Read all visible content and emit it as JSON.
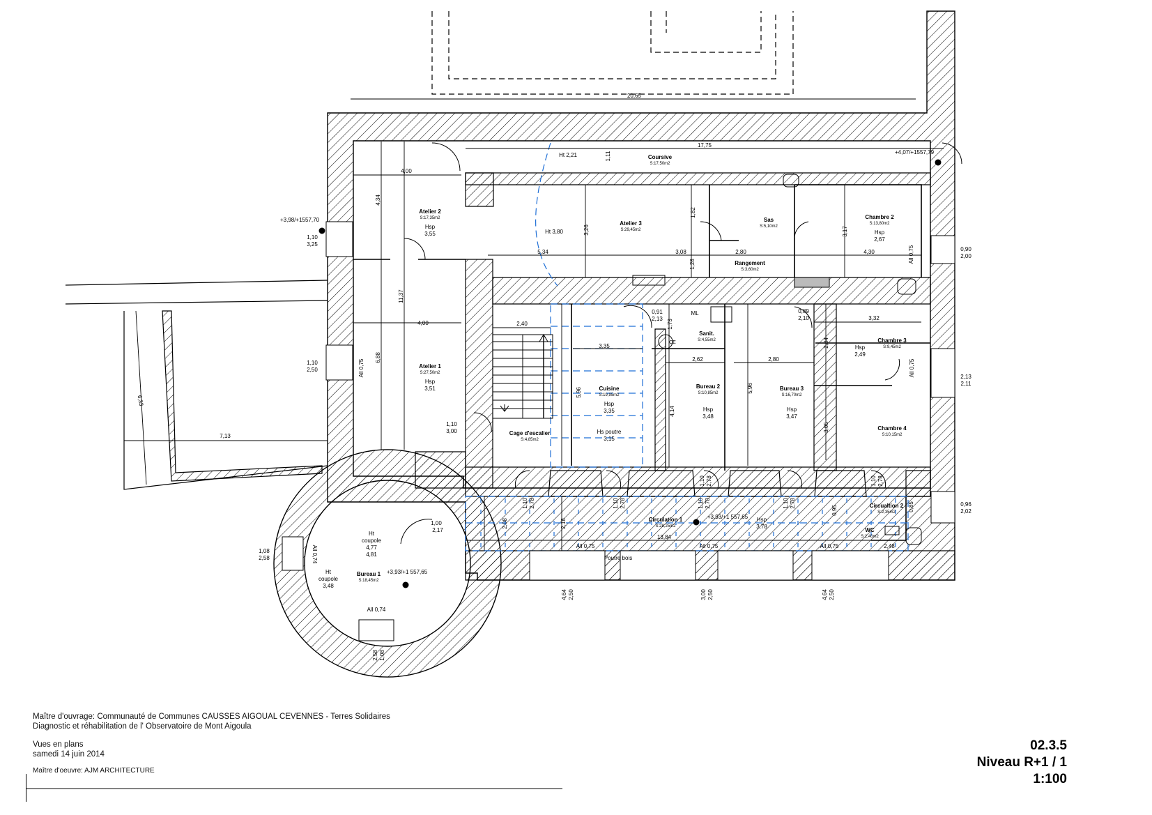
{
  "rooms": [
    {
      "id": "coursive",
      "name": "Coursive",
      "area": "S:17,50m2",
      "height_label": "",
      "height": ""
    },
    {
      "id": "atelier2",
      "name": "Atelier 2",
      "area": "S:17,35m2",
      "height_label": "Hsp",
      "height": "3,55"
    },
    {
      "id": "atelier3",
      "name": "Atelier 3",
      "area": "S:29,45m2",
      "height_label": "",
      "height": ""
    },
    {
      "id": "sas",
      "name": "Sas",
      "area": "S:5,10m2",
      "height_label": "",
      "height": ""
    },
    {
      "id": "chambre2",
      "name": "Chambre 2",
      "area": "S:13,80m2",
      "height_label": "Hsp",
      "height": "2,67"
    },
    {
      "id": "rangement",
      "name": "Rangement",
      "area": "S:3,60m2",
      "height_label": "",
      "height": ""
    },
    {
      "id": "atelier1",
      "name": "Atelier 1",
      "area": "S:27,50m2",
      "height_label": "Hsp",
      "height": "3,51"
    },
    {
      "id": "sanit",
      "name": "Sanit.",
      "area": "S:4,55m2",
      "height_label": "",
      "height": ""
    },
    {
      "id": "chambre3",
      "name": "Chambre 3",
      "area": "S:9,45m2",
      "height_label": "Hsp",
      "height": "2,49"
    },
    {
      "id": "cuisine",
      "name": "Cuisine",
      "area": "S:19,95m2",
      "height_label": "Hsp",
      "height": "3,35"
    },
    {
      "id": "bureau2",
      "name": "Bureau 2",
      "area": "S:10,85m2",
      "height_label": "Hsp",
      "height": "3,48"
    },
    {
      "id": "bureau3",
      "name": "Bureau 3",
      "area": "S:16,70m2",
      "height_label": "Hsp",
      "height": "3,47"
    },
    {
      "id": "chambre4",
      "name": "Chambre 4",
      "area": "S:10,15m2",
      "height_label": "",
      "height": ""
    },
    {
      "id": "cage",
      "name": "Cage d'escalier",
      "area": "S:4,85m2",
      "height_label": "",
      "height": ""
    },
    {
      "id": "circ1",
      "name": "Circulation 1",
      "area": "S:28,25m2",
      "height_label": "",
      "height": ""
    },
    {
      "id": "circ2",
      "name": "Circualtion 2",
      "area": "S:2,35m2",
      "height_label": "",
      "height": ""
    },
    {
      "id": "wc",
      "name": "WC",
      "area": "S:2,40m2",
      "height_label": "",
      "height": ""
    },
    {
      "id": "bureau1",
      "name": "Bureau 1",
      "area": "S:18,45m2",
      "height_label": "",
      "height": ""
    }
  ],
  "labels": [
    {
      "id": "ht221",
      "text": "Ht 2,21"
    },
    {
      "id": "ht380",
      "text": "Ht 3,80"
    },
    {
      "id": "ml",
      "text": "ML"
    },
    {
      "id": "ce",
      "text": "CE"
    },
    {
      "id": "hspoutre",
      "text": "Hs poutre"
    },
    {
      "id": "hspoutre_v",
      "text": "3,15"
    },
    {
      "id": "circ1_hsp",
      "text": "Hsp"
    },
    {
      "id": "circ1_hsp_v",
      "text": "3,78"
    },
    {
      "id": "poutre_bois",
      "text": "Poutre bois"
    },
    {
      "id": "ht_coupole_a",
      "text": "Ht"
    },
    {
      "id": "coupole_a",
      "text": "coupole"
    },
    {
      "id": "coupole_a_v",
      "text": "4,77"
    },
    {
      "id": "coupole_a_v2",
      "text": "4,81"
    },
    {
      "id": "ht_coupole_b",
      "text": "Ht"
    },
    {
      "id": "coupole_b",
      "text": "coupole"
    },
    {
      "id": "coupole_b_v",
      "text": "3,48"
    },
    {
      "id": "lvl_left",
      "text": "+3,98/+1557,70"
    },
    {
      "id": "lvl_top",
      "text": "+4,07/+1557,79"
    },
    {
      "id": "lvl_circ",
      "text": "+3,93/+1 557,65"
    },
    {
      "id": "lvl_bureau1",
      "text": "+3,93/+1 557,65"
    },
    {
      "id": "all075_a",
      "text": "All 0,75"
    },
    {
      "id": "all075_b",
      "text": "All 0,75"
    },
    {
      "id": "all075_c",
      "text": "All 0,75"
    },
    {
      "id": "all075_d",
      "text": "All 0,75"
    },
    {
      "id": "all075_e",
      "text": "All 0,75"
    },
    {
      "id": "all075_f",
      "text": "All 0,75"
    },
    {
      "id": "all074_a",
      "text": "All 0,74"
    },
    {
      "id": "all074_b",
      "text": "All 0,74"
    }
  ],
  "dimensions": [
    {
      "id": "d2065",
      "text": "20,65"
    },
    {
      "id": "d1775",
      "text": "17,75"
    },
    {
      "id": "d111",
      "text": "1,11"
    },
    {
      "id": "d400a",
      "text": "4,00"
    },
    {
      "id": "d434",
      "text": "4,34"
    },
    {
      "id": "d1137",
      "text": "11,37"
    },
    {
      "id": "d400b",
      "text": "4,00"
    },
    {
      "id": "d688",
      "text": "6,88"
    },
    {
      "id": "d326",
      "text": "3,26"
    },
    {
      "id": "d182",
      "text": "1,82"
    },
    {
      "id": "d317",
      "text": "3,17"
    },
    {
      "id": "d534",
      "text": "5,34"
    },
    {
      "id": "d308",
      "text": "3,08"
    },
    {
      "id": "d280",
      "text": "2,80"
    },
    {
      "id": "d430",
      "text": "4,30"
    },
    {
      "id": "d128",
      "text": "1,28"
    },
    {
      "id": "d240",
      "text": "2,40"
    },
    {
      "id": "d335",
      "text": "3,35"
    },
    {
      "id": "d596a",
      "text": "5,96"
    },
    {
      "id": "d091",
      "text": "0,91"
    },
    {
      "id": "d213a",
      "text": "2,13"
    },
    {
      "id": "d173",
      "text": "1,73"
    },
    {
      "id": "d262",
      "text": "2,62"
    },
    {
      "id": "d280b",
      "text": "2,80"
    },
    {
      "id": "d596b",
      "text": "5,96"
    },
    {
      "id": "d414",
      "text": "4,14"
    },
    {
      "id": "d089",
      "text": "0,89"
    },
    {
      "id": "d210",
      "text": "2,10"
    },
    {
      "id": "d332",
      "text": "3,32"
    },
    {
      "id": "d284",
      "text": "2,84"
    },
    {
      "id": "d305",
      "text": "3,05"
    },
    {
      "id": "d633",
      "text": "6,33"
    },
    {
      "id": "d713",
      "text": "7,13"
    },
    {
      "id": "d208",
      "text": "2,08"
    },
    {
      "id": "d218",
      "text": "2,18"
    },
    {
      "id": "d1384",
      "text": "13,84"
    },
    {
      "id": "d095",
      "text": "0,95"
    },
    {
      "id": "d248",
      "text": "2,48"
    },
    {
      "id": "w110_325a",
      "text": "1,10"
    },
    {
      "id": "w110_325b",
      "text": "3,25"
    },
    {
      "id": "w110_250a",
      "text": "1,10"
    },
    {
      "id": "w110_250b",
      "text": "2,50"
    },
    {
      "id": "w110_300a",
      "text": "1,10"
    },
    {
      "id": "w110_300b",
      "text": "3,00"
    },
    {
      "id": "w090a",
      "text": "0,90"
    },
    {
      "id": "w090b",
      "text": "2,00"
    },
    {
      "id": "w213a",
      "text": "2,13"
    },
    {
      "id": "w213b",
      "text": "2,11"
    },
    {
      "id": "w096a",
      "text": "0,96"
    },
    {
      "id": "w096b",
      "text": "2,02"
    },
    {
      "id": "w108a",
      "text": "1,08"
    },
    {
      "id": "w108b",
      "text": "2,58"
    },
    {
      "id": "w108c",
      "text": "1,08"
    },
    {
      "id": "w108d",
      "text": "2,58"
    },
    {
      "id": "w100a",
      "text": "1,00"
    },
    {
      "id": "w100b",
      "text": "2,17"
    },
    {
      "id": "b464a",
      "text": "4,64"
    },
    {
      "id": "b250a",
      "text": "2,50"
    },
    {
      "id": "b300",
      "text": "3,00"
    },
    {
      "id": "b250b",
      "text": "2,50"
    },
    {
      "id": "b464b",
      "text": "4,64"
    },
    {
      "id": "b250c",
      "text": "2,50"
    },
    {
      "id": "dd110a",
      "text": "1,10"
    },
    {
      "id": "dd278a",
      "text": "2,78"
    },
    {
      "id": "dd110b",
      "text": "1,10"
    },
    {
      "id": "dd278b",
      "text": "2,78"
    },
    {
      "id": "dd110c",
      "text": "1,10"
    },
    {
      "id": "dd278c",
      "text": "2,78"
    },
    {
      "id": "dd110d",
      "text": "1,10"
    },
    {
      "id": "dd278d",
      "text": "2,78"
    },
    {
      "id": "dd110e",
      "text": "1,10"
    },
    {
      "id": "dd278e",
      "text": "2,78"
    },
    {
      "id": "dd110f",
      "text": "1,10"
    },
    {
      "id": "dd278f",
      "text": "2,78"
    },
    {
      "id": "d085",
      "text": "0,85"
    }
  ],
  "title_block": {
    "line1": "Maître d'ouvrage: Communauté de Communes CAUSSES AIGOUAL CEVENNES - Terres Solidaires",
    "line2": "Diagnostic et réhabilitation de l' Observatoire de Mont Aigoula",
    "line3": "Vues en plans",
    "line4": "samedi 14 juin 2014",
    "line5": "Maître d'oeuvre: AJM ARCHITECTURE",
    "sheet_number": "02.3.5",
    "sheet_name": "Niveau R+1 / 1",
    "scale": "1:100"
  },
  "colors": {
    "line": "#000000",
    "accent": "#1f6fd6"
  }
}
